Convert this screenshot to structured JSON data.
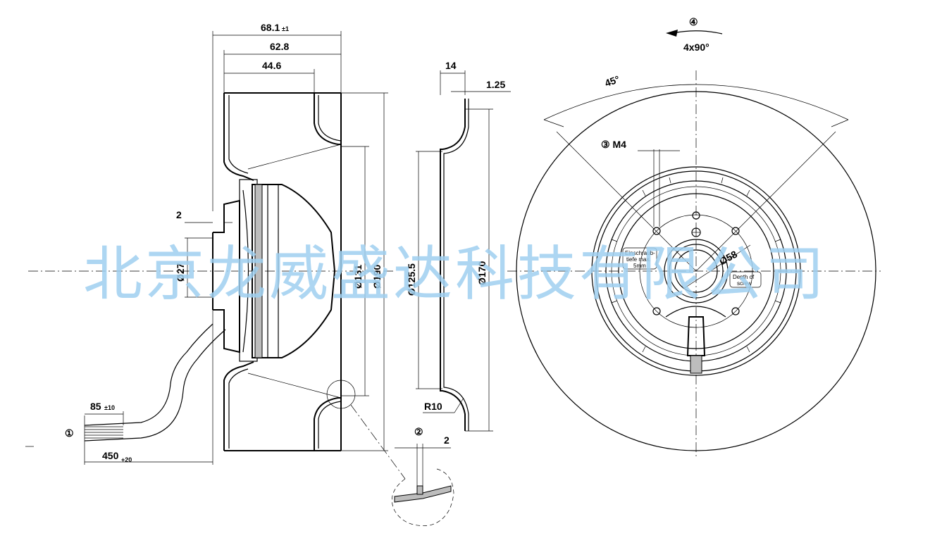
{
  "labels": {
    "dim_68": "68.1",
    "dim_68_tol": "±1",
    "dim_62": "62.8",
    "dim_44": "44.6",
    "dim_2_left": "2",
    "dia_27": "Ø27",
    "dia_131": "Ø131",
    "dia_190": "Ø190",
    "dim_85": "85",
    "dim_85_tol": "±10",
    "dim_450": "450",
    "dim_450_tol": "+20",
    "marker_1": "①",
    "dim_14": "14",
    "dim_125": "1.25",
    "dia_1255": "Ø125.5",
    "dia_170": "Ø170",
    "r10": "R10",
    "marker_2": "②",
    "dim_2_detail": "2",
    "marker_4": "④",
    "angle_4x90": "4x90°",
    "angle_45": "45°",
    "marker_3_m4": "③ M4",
    "dia_58": "Ø58",
    "note_de_1": "Einschraub-",
    "note_de_2": "tiefe max.",
    "note_de_3": "5mm",
    "note_en_1": "Depth of",
    "note_en_2": "screw"
  },
  "watermark": "北京龙威盛达科技有限公司",
  "colors": {
    "line": "#000000",
    "watermark": "#9fd0f0",
    "background": "#ffffff"
  }
}
